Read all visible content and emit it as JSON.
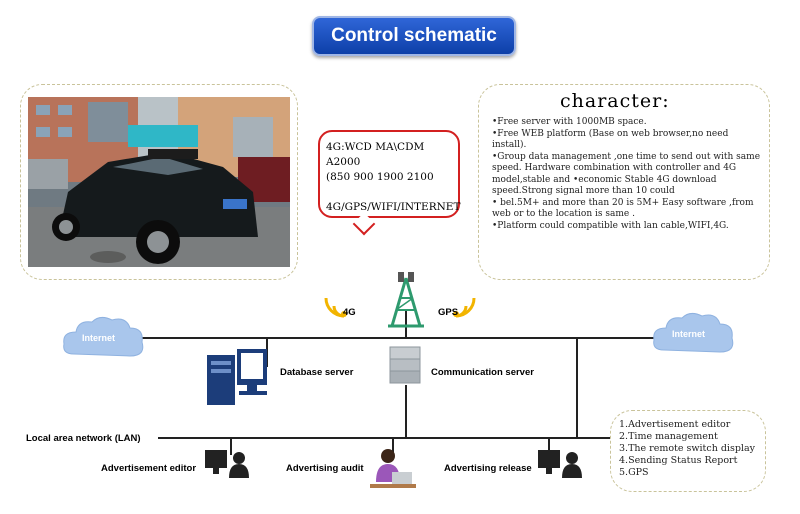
{
  "title": "Control schematic",
  "bubble": {
    "lines": [
      "4G:WCD MA\\CDM A2000",
      "(850 900 1900 2100",
      "",
      "4G/GPS/WIFI/INTERNET"
    ]
  },
  "character": {
    "title": "character:",
    "lines": [
      "•Free server with 1000MB space.",
      "•Free WEB platform (Base on web browser,no need install).",
      "•Group data management ,one time to send out with same speed. Hardware combination with controller and 4G model,stable and •economic Stable 4G download speed.Strong signal more than 10 could",
      "• bel.5M+ and more than 20 is 5M+ Easy software ,from web or to the location is same .",
      "•Platform could compatible with lan cable,WIFI,4G."
    ]
  },
  "network": {
    "internet_left": "Internet",
    "internet_right": "Internet",
    "label_4g": "4G",
    "label_gps": "GPS",
    "database_server": "Database server",
    "communication_server": "Communication server",
    "lan": "Local area network (LAN)",
    "advertisement_editor": "Advertisement editor",
    "advertising_audit": "Advertising audit",
    "advertising_release": "Advertising release"
  },
  "functions": [
    "1.Advertisement editor",
    "2.Time management",
    "3.The remote switch display",
    "4.Sending Status Report",
    "5.GPS"
  ],
  "colors": {
    "title_bg": "#1a4fc0",
    "bubble_border": "#d32020",
    "tower": "#2e9a6e",
    "signal": "#f2b400",
    "cloud": "#a9c6ec",
    "server": "#1c3d7a"
  }
}
